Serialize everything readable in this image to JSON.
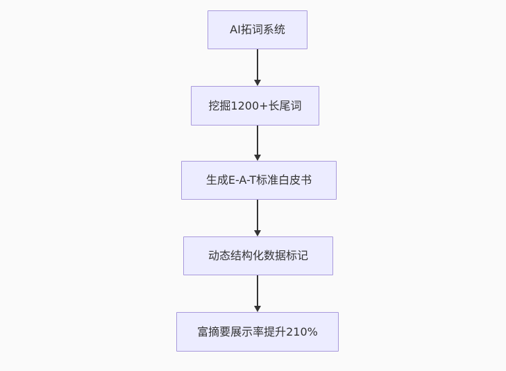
{
  "flowchart": {
    "type": "flowchart",
    "direction": "top-down",
    "nodes": [
      {
        "label": "AI拓词系统"
      },
      {
        "label": "挖掘1200+长尾词"
      },
      {
        "label": "生成E-A-T标准白皮书"
      },
      {
        "label": "动态结构化数据标记"
      },
      {
        "label": "富摘要展示率提升210%"
      }
    ],
    "edges": [
      {
        "from": 0,
        "to": 1
      },
      {
        "from": 1,
        "to": 2
      },
      {
        "from": 2,
        "to": 3
      },
      {
        "from": 3,
        "to": 4
      }
    ],
    "colors": {
      "background": "#fafafa",
      "node_fill": "#ECECFF",
      "node_border": "#a899dc",
      "node_text": "#333333",
      "arrow": "#333333"
    }
  }
}
